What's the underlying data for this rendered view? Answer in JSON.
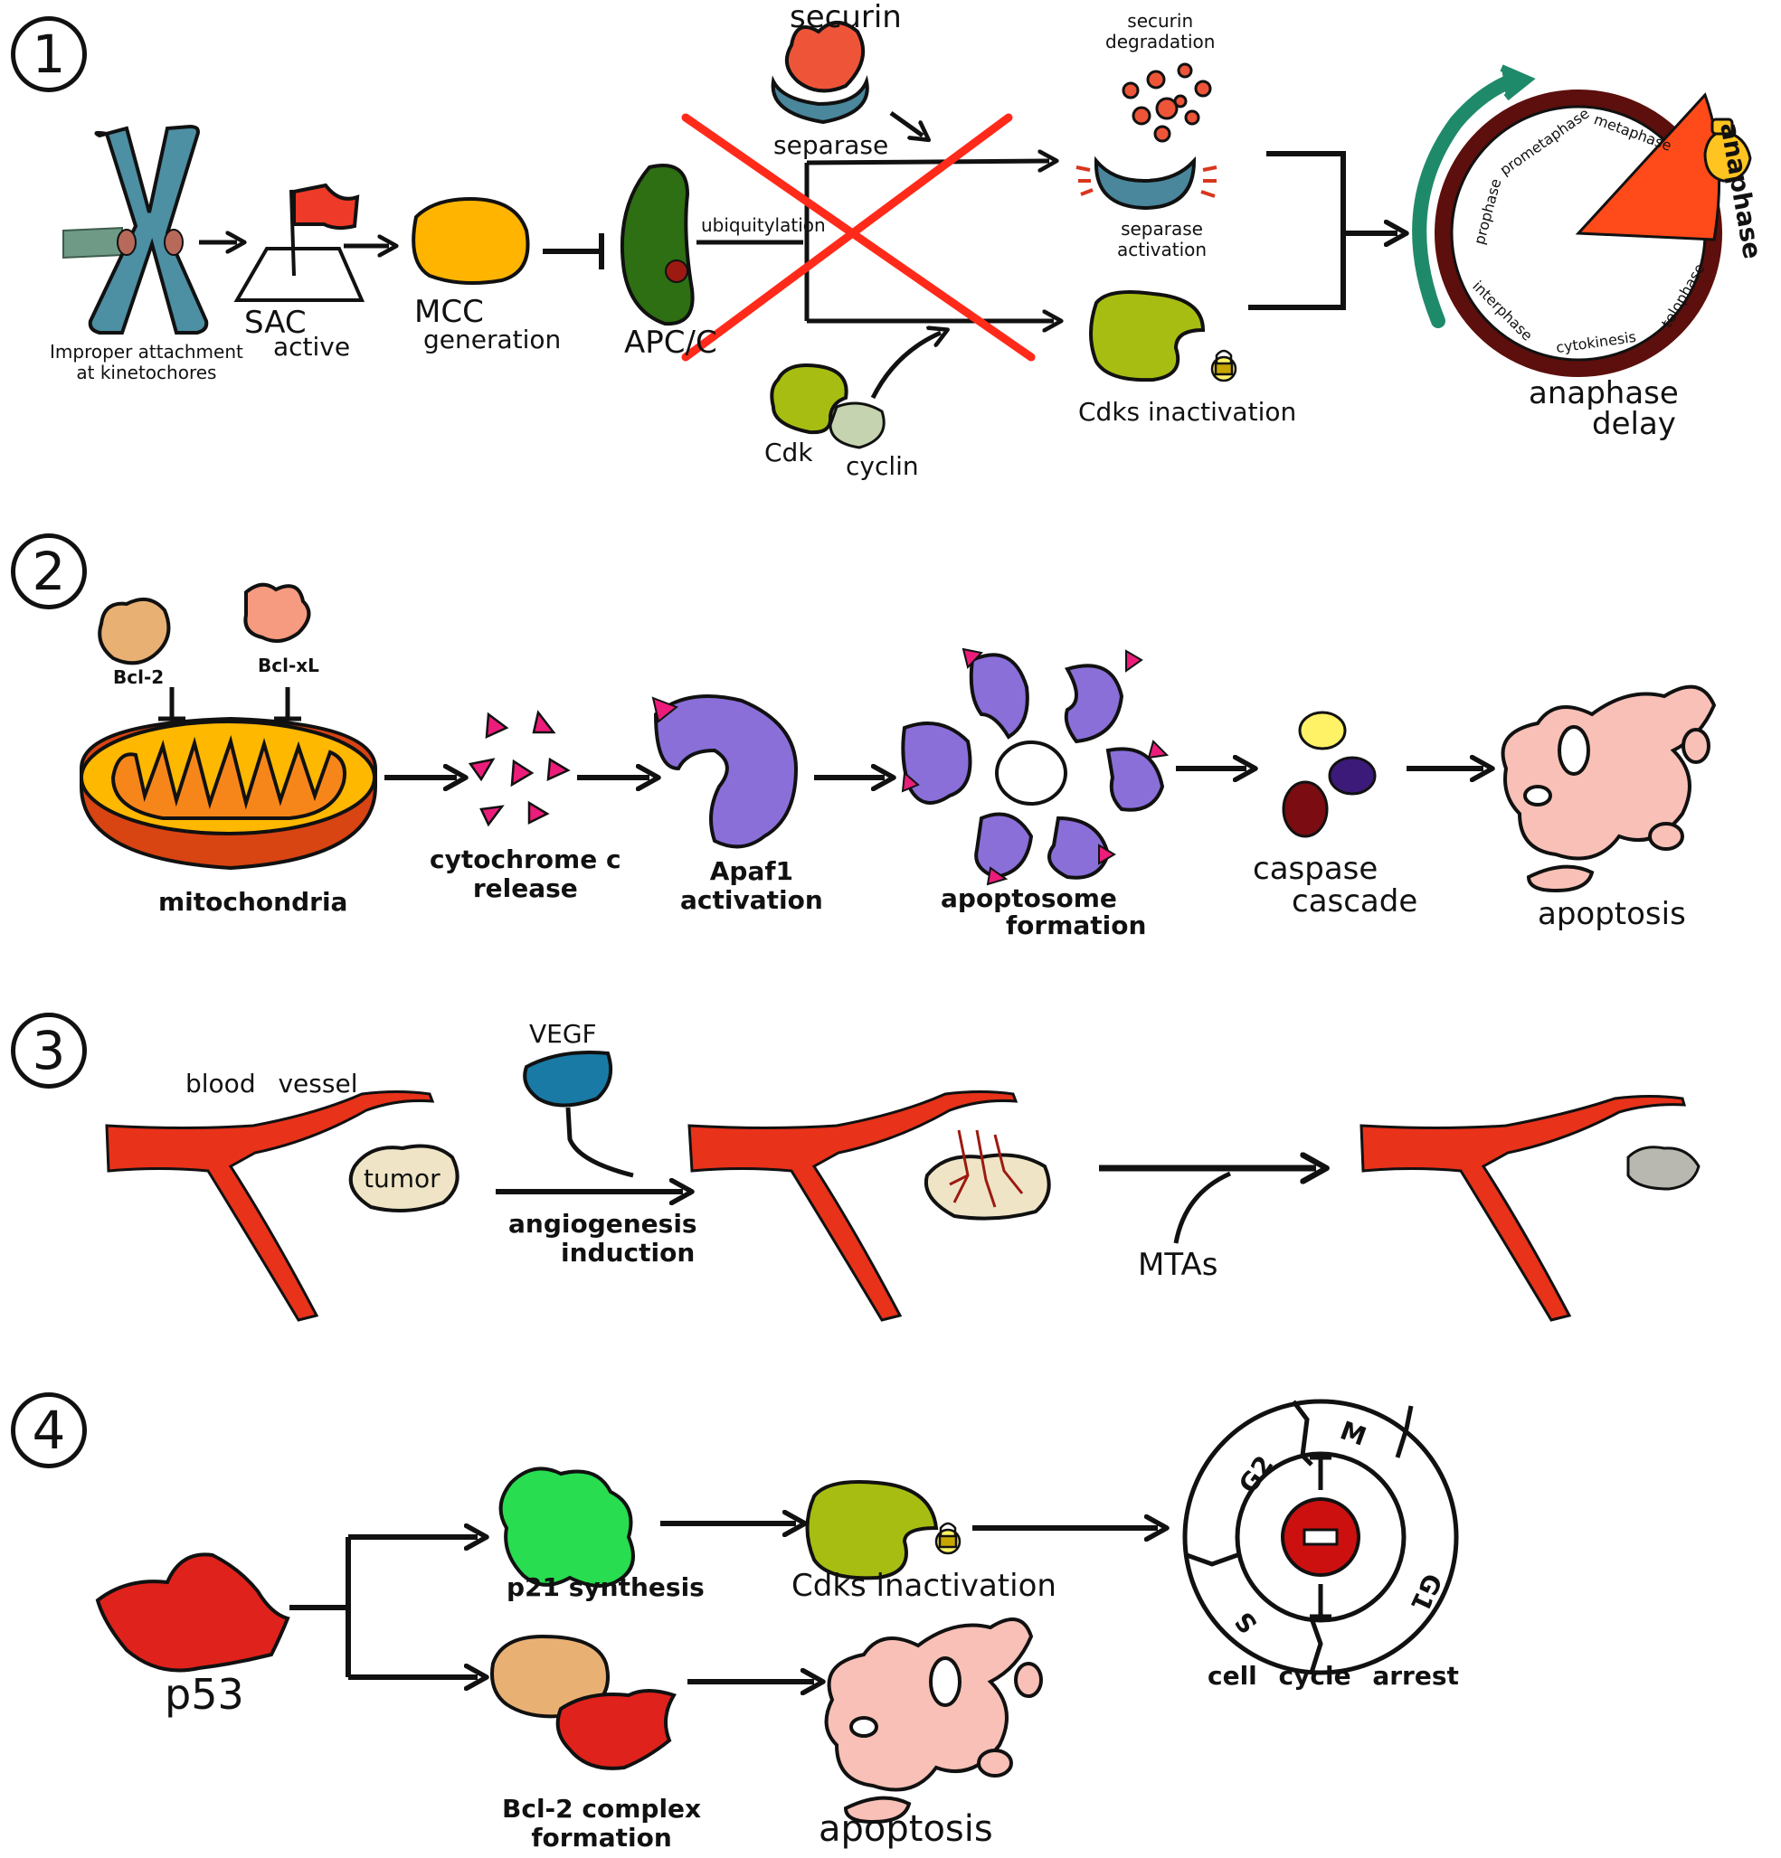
{
  "panels": [
    {
      "number": "1"
    },
    {
      "number": "2"
    },
    {
      "number": "3"
    },
    {
      "number": "4"
    }
  ],
  "panel1": {
    "kinetochore": "Improper attachment\nat kinetochores",
    "sac": "SAC",
    "sac_active": "active",
    "mcc": "MCC",
    "mcc_generation": "generation",
    "apc": "APC/C",
    "ubiquitylation": "ubiquitylation",
    "securin": "securin",
    "separase": "separase",
    "securin_degradation": "securin\ndegradation",
    "separase_activation": "separase\nactivation",
    "cdk": "Cdk",
    "cyclin": "cyclin",
    "cdks_inactivation": "Cdks inactivation",
    "anaphase_delay_1": "anaphase",
    "anaphase_delay_2": "delay",
    "clock": {
      "prophase": "prophase",
      "prometaphase": "prometaphase",
      "metaphase": "metaphase",
      "anaphase": "anaphase",
      "telophase": "telophase",
      "cytokinesis": "cytokinesis",
      "interphase": "interphase"
    }
  },
  "panel2": {
    "bcl2": "Bcl-2",
    "bclxl": "Bcl-xL",
    "mitochondria": "mitochondria",
    "cytc": "cytochrome c\nrelease",
    "apaf": "Apaf1\nactivation",
    "apoptosome_1": "apoptosome",
    "apoptosome_2": "formation",
    "caspase_1": "caspase",
    "caspase_2": "cascade",
    "apoptosis": "apoptosis"
  },
  "panel3": {
    "blood_vessel": "blood vessel",
    "tumor": "tumor",
    "vegf": "VEGF",
    "angio_1": "angiogenesis",
    "angio_2": "induction",
    "mtas": "MTAs"
  },
  "panel4": {
    "p53": "p53",
    "p21": "p21 synthesis",
    "cdks_inactivation": "Cdks inactivation",
    "bcl2_complex": "Bcl-2 complex\nformation",
    "apoptosis": "apoptosis",
    "cell_cycle_arrest": "cell cycle arrest",
    "phases": {
      "g2": "G2",
      "m": "M",
      "g1": "G1",
      "s": "S"
    }
  },
  "colors": {
    "chromosome": "#4d8fa3",
    "mcc": "#ffb400",
    "apc": "#2d6f12",
    "securin": "#ee5538",
    "separase": "#4a869c",
    "cdk": "#a8bd12",
    "cyclin": "#c6d3b0",
    "cross": "#ff2a1a",
    "anaphase_wedge": "#ff4a1a",
    "clock_ring": "#5c0f0c",
    "clock_arrow": "#1f8a6a",
    "bcl2": "#e9b074",
    "bclxl": "#f69a80",
    "mito_outer": "#d84412",
    "mito_inner": "#ffb800",
    "mito_matrix": "#f7861a",
    "cytc": "#ec1c7a",
    "apaf": "#8a6fd9",
    "caspase_yellow": "#fff266",
    "caspase_dark": "#7a0c12",
    "caspase_purple": "#3c1a7a",
    "apoptotic_cell": "#f8c0b6",
    "vessel": "#e8321a",
    "tumor": "#efe5c6",
    "vegf": "#1a7aa6",
    "p53": "#e0221c",
    "p21": "#28dd50",
    "stop": "#cc1010"
  }
}
